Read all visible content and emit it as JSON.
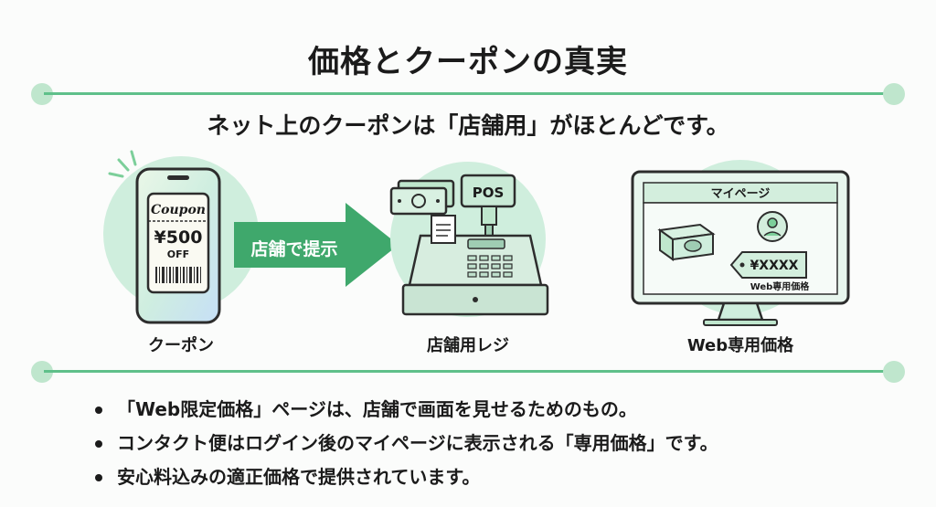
{
  "title": "価格とクーポンの真実",
  "subtitle": "ネット上のクーポンは「店舗用」がほとんどです。",
  "coupon": {
    "brand": "Coupon",
    "amount": "¥500",
    "off": "OFF",
    "caption": "クーポン"
  },
  "arrow": {
    "label": "店舗で提示"
  },
  "register": {
    "pos_label": "POS",
    "caption": "店舗用レジ"
  },
  "web": {
    "header": "マイページ",
    "price": "¥XXXX",
    "price_label": "Web専用価格",
    "caption": "Web専用価格"
  },
  "bullets": [
    "「Web限定価格」ページは、店舗で画面を見せるためのもの。",
    "コンタクト便はログイン後のマイページに表示される「専用価格」です。",
    "安心料込みの適正価格で提供されています。"
  ],
  "colors": {
    "accent": "#5fc08a",
    "accent_light": "#cfeedd",
    "arrow": "#3fa86c",
    "ink": "#1b1b1b"
  }
}
